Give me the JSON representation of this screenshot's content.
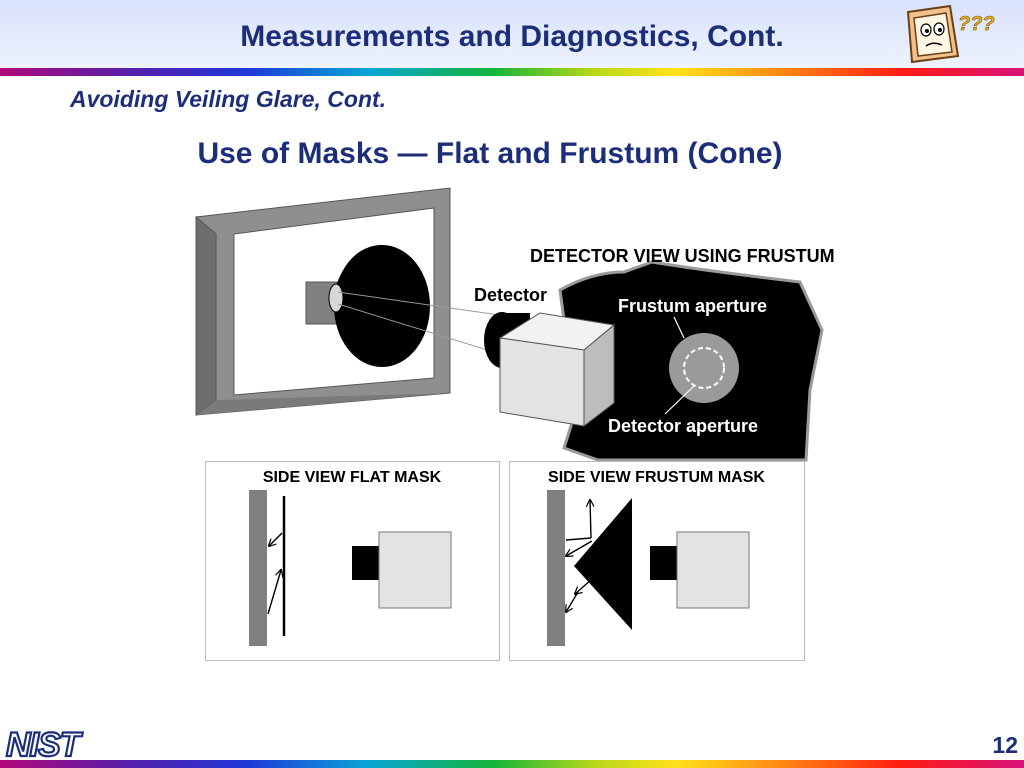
{
  "slide": {
    "title": "Measurements and Diagnostics, Cont.",
    "subtitle": "Avoiding Veiling Glare, Cont.",
    "heading": "Use of Masks — Flat and Frustum (Cone)",
    "page_number": "12",
    "logo_text": "NIST",
    "mascot_text": "???"
  },
  "diagram": {
    "detector_view_title": "DETECTOR VIEW USING FRUSTUM",
    "detector_label": "Detector",
    "frustum_aperture_label": "Frustum aperture",
    "detector_aperture_label": "Detector aperture",
    "side_flat_title": "SIDE VIEW FLAT MASK",
    "side_frustum_title": "SIDE VIEW FRUSTUM MASK"
  },
  "colors": {
    "title_blue": "#1c2e7a",
    "frame_gray": "#8f8f8f",
    "box_light": "#e3e3e3"
  }
}
